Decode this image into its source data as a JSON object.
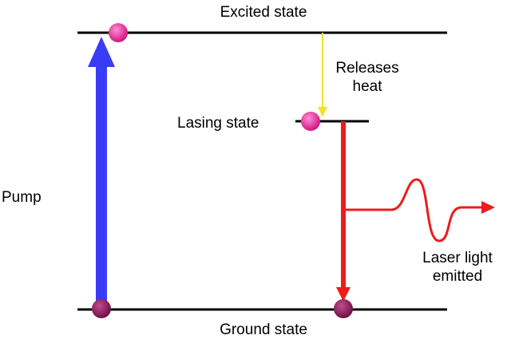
{
  "labels": {
    "excited_state": "Excited state",
    "lasing_state": "Lasing state",
    "ground_state": "Ground state",
    "pump": "Pump",
    "releases_heat": [
      "Releases",
      "heat"
    ],
    "laser_light_emitted": [
      "Laser light",
      "emitted"
    ]
  },
  "colors": {
    "level_line": "#000000",
    "pump_arrow": "#3a3cf5",
    "heat_arrow": "#f2e32a",
    "laser_arrow": "#ee1b1b",
    "electron_excited": "#e8269a",
    "electron_ground": "#8e1a5c"
  }
}
